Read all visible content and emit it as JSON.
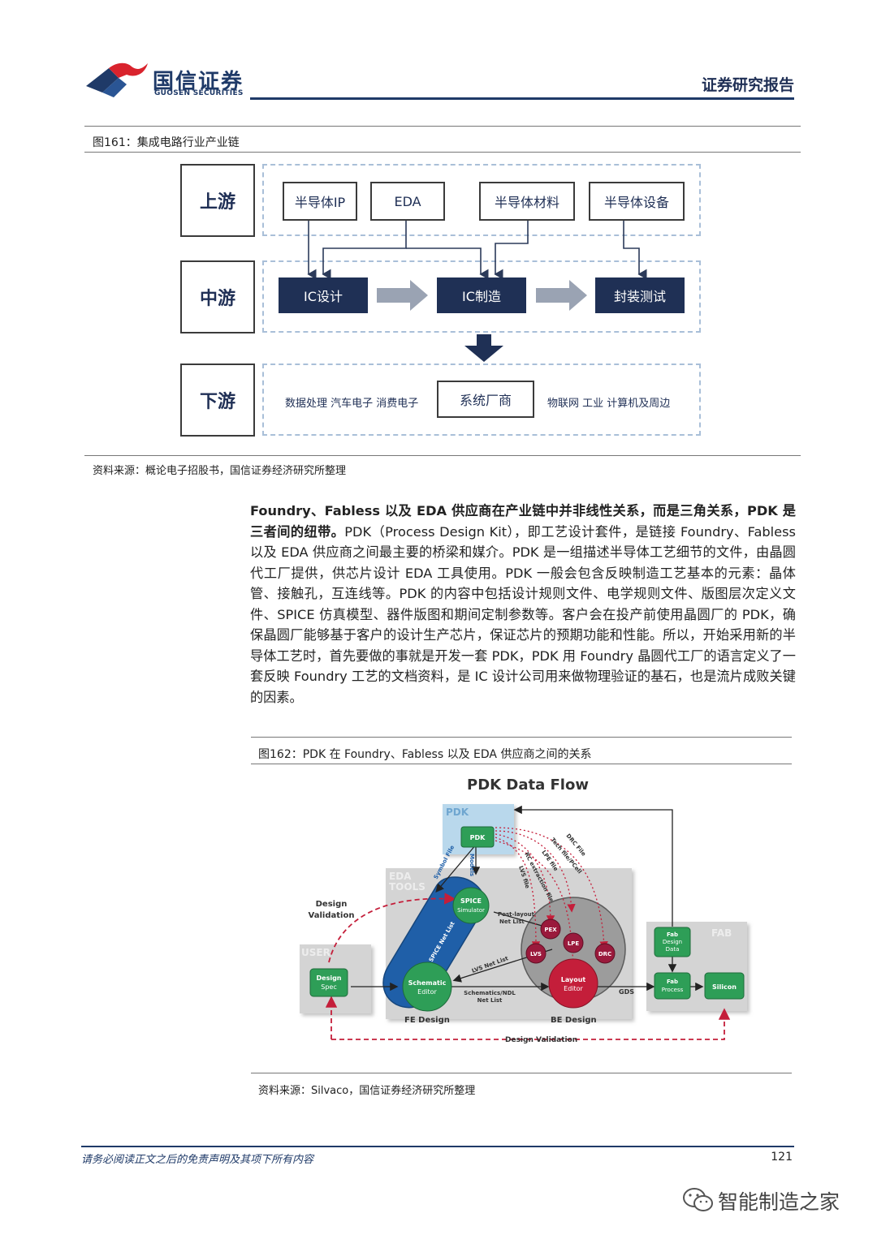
{
  "header": {
    "logo_cn": "国信证券",
    "logo_en": "GUOSEN SECURITIES",
    "report_type": "证券研究报告"
  },
  "figure161": {
    "title": "图161：集成电路行业产业链",
    "tiers": {
      "upstream": "上游",
      "midstream": "中游",
      "downstream": "下游"
    },
    "upstream_items": [
      "半导体IP",
      "EDA",
      "半导体材料",
      "半导体设备"
    ],
    "midstream_items": [
      "IC设计",
      "IC制造",
      "封装测试"
    ],
    "downstream_left": "数据处理  汽车电子  消费电子",
    "downstream_center": "系统厂商",
    "downstream_right": "物联网  工业  计算机及周边",
    "source": "资料来源：概论电子招股书，国信证券经济研究所整理"
  },
  "paragraph": {
    "bold": "Foundry、Fabless 以及 EDA 供应商在产业链中并非线性关系，而是三角关系，PDK 是三者间的纽带。",
    "body": "PDK（Process Design Kit），即工艺设计套件，是链接 Foundry、Fabless 以及 EDA 供应商之间最主要的桥梁和媒介。PDK 是一组描述半导体工艺细节的文件，由晶圆代工厂提供，供芯片设计 EDA 工具使用。PDK 一般会包含反映制造工艺基本的元素：晶体管、接触孔，互连线等。PDK 的内容中包括设计规则文件、电学规则文件、版图层次定义文件、SPICE 仿真模型、器件版图和期间定制参数等。客户会在投产前使用晶圆厂的 PDK，确保晶圆厂能够基于客户的设计生产芯片，保证芯片的预期功能和性能。所以，开始采用新的半导体工艺时，首先要做的事就是开发一套 PDK，PDK 用 Foundry 晶圆代工厂的语言定义了一套反映 Foundry 工艺的文档资料，是 IC 设计公司用来做物理验证的基石，也是流片成败关键的因素。"
  },
  "figure162": {
    "title": "图162：PDK 在 Foundry、Fabless 以及 EDA 供应商之间的关系",
    "flow": {
      "heading": "PDK Data Flow",
      "pdk_area": "PDK",
      "pdk_node": "PDK",
      "eda_area_1": "EDA",
      "eda_area_2": "TOOLS",
      "user_area": "USER",
      "fab_area": "FAB",
      "design_validation_1": "Design",
      "design_validation_2": "Validation",
      "design_spec_1": "Design",
      "design_spec_2": "Spec",
      "spice_1": "SPICE",
      "spice_2": "Simulator",
      "schematic_1": "Schematic",
      "schematic_2": "Editor",
      "layout_1": "Layout",
      "layout_2": "Editor",
      "pex": "PEX",
      "lpe": "LPE",
      "lvs": "LVS",
      "drc": "DRC",
      "fab_design_1": "Fab",
      "fab_design_2": "Design",
      "fab_design_3": "Data",
      "fab_process_1": "Fab",
      "fab_process_2": "Process",
      "silicon": "Silicon",
      "fe_design": "FE Design",
      "be_design": "BE Design",
      "bottom_validation": "Design Validation",
      "gds": "GDS",
      "symbol_file": "Symbol File",
      "models": "Models",
      "drc_file": "DRC File",
      "tech_file": "Tech file/PCell",
      "lpe_file": "LPE file",
      "extraction_file": "RC extraction file",
      "lvs_file": "LVS file",
      "post_layout_1": "Post-layout",
      "post_layout_2": "Net List",
      "spice_netlist": "SPICE Net List",
      "lvs_netlist": "LVS Net List",
      "schematics_netlist_1": "Schematics/NDL",
      "schematics_netlist_2": "Net List"
    },
    "source": "资料来源：Silvaco，国信证券经济研究所整理"
  },
  "footer": {
    "disclaimer": "请务必阅读正文之后的免责声明及其项下所有内容",
    "page": "121",
    "watermark": "智能制造之家"
  },
  "colors": {
    "brand_navy": "#1f3a68",
    "brand_red": "#d9232d",
    "dark_box": "#1f3055",
    "flow_green": "#2e9e57",
    "flow_blue": "#1f5fa8",
    "flow_red": "#c41e3a"
  }
}
